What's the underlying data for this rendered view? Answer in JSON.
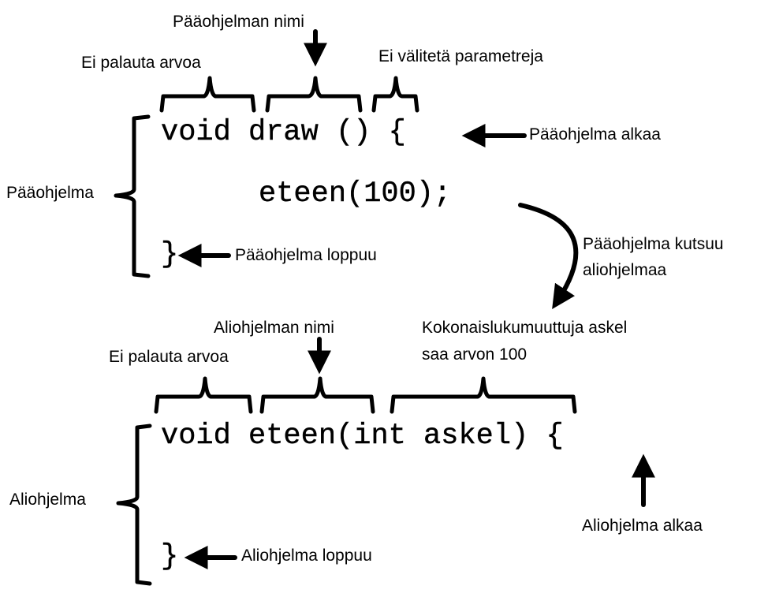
{
  "main_program": {
    "code_header": "void draw () {",
    "code_call": "eteen(100);",
    "code_close": "}",
    "label_name": "Pääohjelman nimi",
    "label_no_return": "Ei palauta arvoa",
    "label_no_params": "Ei välitetä parametreja",
    "label_start": "Pääohjelma alkaa",
    "label_block": "Pääohjelma",
    "label_end": "Pääohjelma loppuu",
    "label_calls": [
      "Pääohjelma kutsuu",
      "aliohjelmaa"
    ]
  },
  "sub_program": {
    "code_header": "void eteen(int askel) {",
    "code_close": "}",
    "label_name": "Aliohjelman nimi",
    "label_no_return": "Ei palauta arvoa",
    "label_param": [
      "Kokonaislukumuuttuja askel",
      "saa arvon 100"
    ],
    "label_block": "Aliohjelma",
    "label_start": "Aliohjelma alkaa",
    "label_end": "Aliohjelma loppuu"
  }
}
